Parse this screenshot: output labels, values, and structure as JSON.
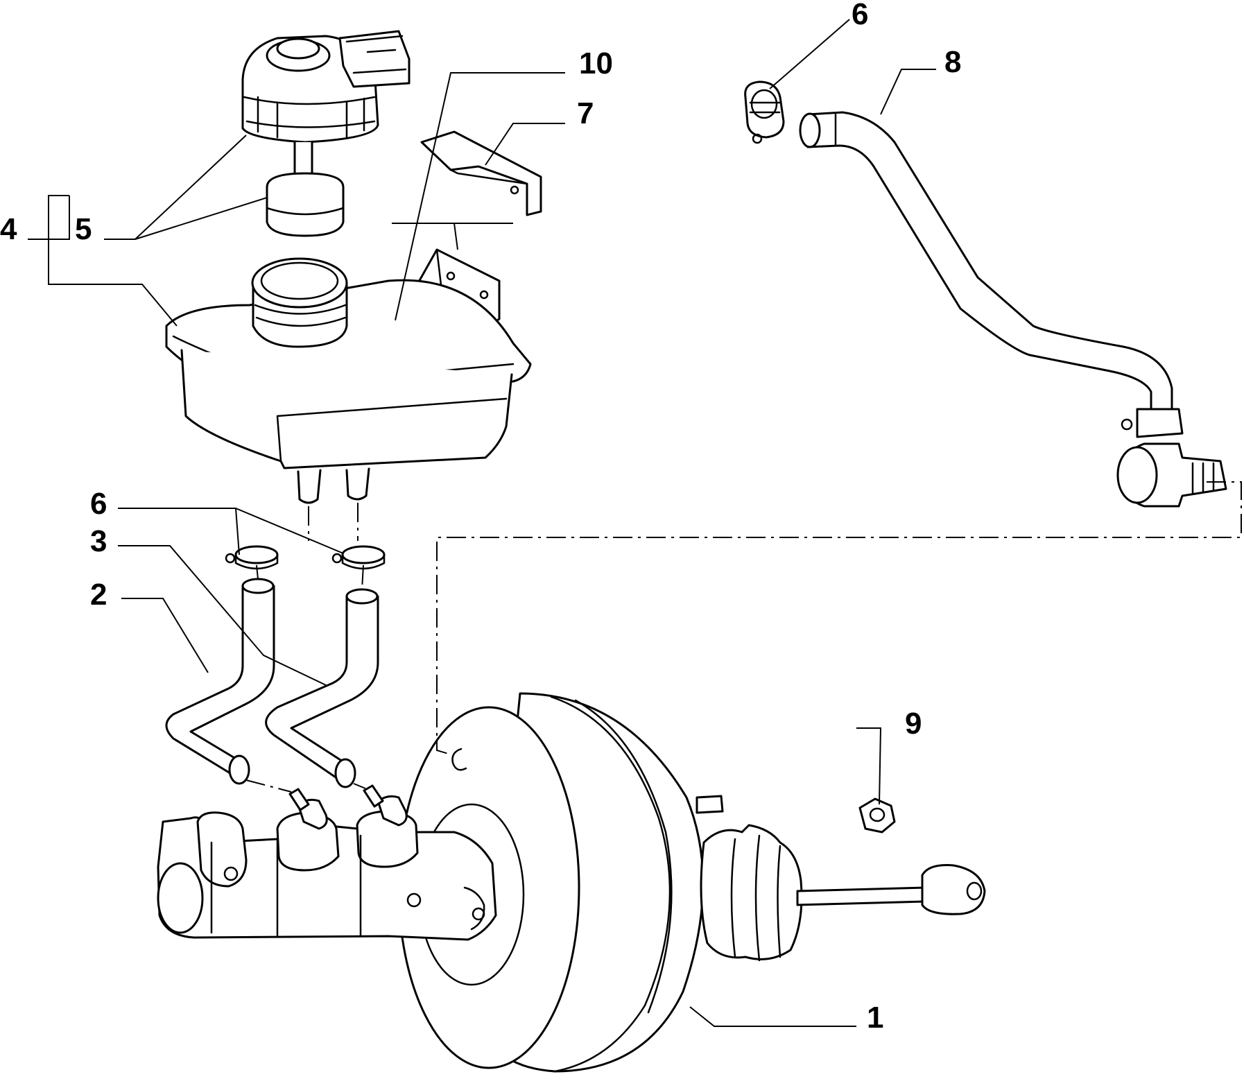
{
  "callouts": {
    "c1": "1",
    "c2": "2",
    "c3": "3",
    "c4": "4",
    "c5": "5",
    "c6a": "6",
    "c6b": "6",
    "c7": "7",
    "c8": "8",
    "c9": "9",
    "c10": "10"
  },
  "colors": {
    "line": "#000000",
    "background": "#ffffff"
  }
}
